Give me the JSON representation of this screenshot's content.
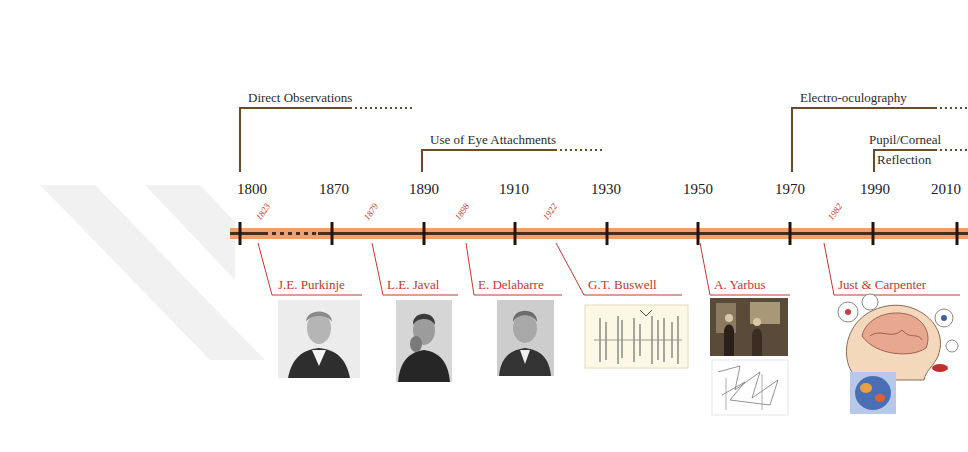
{
  "diagram": {
    "labels": [
      "Direct Observations",
      "Use of Eye Attachments",
      "Electro-oculography",
      "Pupil/Corneal Reflection",
      "1800",
      "1870",
      "1890",
      "1910",
      "1930",
      "1950",
      "1970",
      "1990",
      "2010",
      "1823",
      "1879",
      "1898",
      "1922",
      "1982",
      "J.E. Purkinje",
      "L.E. Javal",
      "E. Delabarre",
      "G.T. Buswell",
      "A. Yarbus",
      "Just & Carpenter"
    ]
  }
}
